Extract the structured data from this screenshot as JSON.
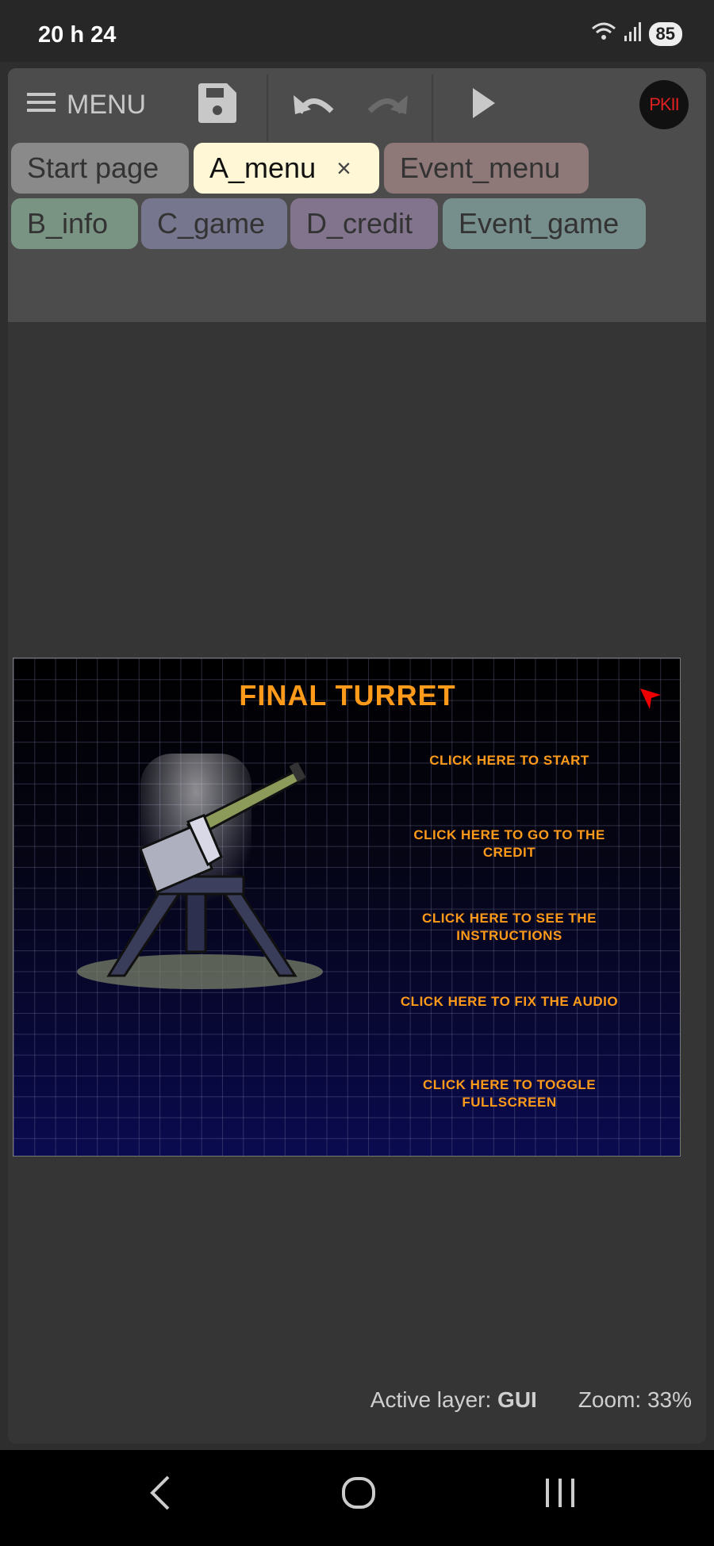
{
  "status_bar": {
    "time": "20 h 24",
    "battery": "85",
    "icons": [
      "wifi-icon",
      "signal-icon",
      "battery-icon"
    ]
  },
  "toolbar": {
    "menu_label": "MENU",
    "logo": "PKII",
    "icons": [
      "hamburger-icon",
      "save-icon",
      "undo-icon",
      "redo-icon",
      "play-icon"
    ]
  },
  "tabs": [
    {
      "label": "Start page",
      "color": "#8a8a8a"
    },
    {
      "label": "A_menu",
      "color": "#fff7d6",
      "active": true,
      "close": "×"
    },
    {
      "label": "Event_menu",
      "color": "#8e7878"
    },
    {
      "label": "B_info",
      "color": "#7a9484"
    },
    {
      "label": "C_game",
      "color": "#76768e"
    },
    {
      "label": "D_credit",
      "color": "#83748e"
    },
    {
      "label": "Event_game",
      "color": "#778f8c"
    }
  ],
  "game": {
    "title": "FINAL TURRET",
    "items": [
      "CLICK HERE TO START",
      "CLICK HERE TO GO TO THE CREDIT",
      "CLICK HERE TO SEE THE INSTRUCTIONS",
      "CLICK HERE TO FIX THE AUDIO",
      "CLICK HERE TO TOGGLE FULLSCREEN"
    ]
  },
  "footer": {
    "active_layer_label": "Active layer:",
    "active_layer_value": "GUI",
    "zoom": "Zoom: 33%"
  }
}
